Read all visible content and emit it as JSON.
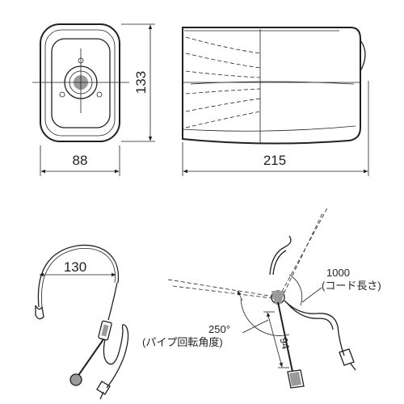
{
  "dimensions": {
    "front_height": "133",
    "front_width": "88",
    "side_length": "215",
    "headband_width": "130",
    "mic_arm_length": "94"
  },
  "annotations": {
    "cord_length_value": "1000",
    "cord_length_note": "(コード長さ)",
    "pipe_rotation_value": "250°",
    "pipe_rotation_note": "(パイプ回転角度)"
  }
}
